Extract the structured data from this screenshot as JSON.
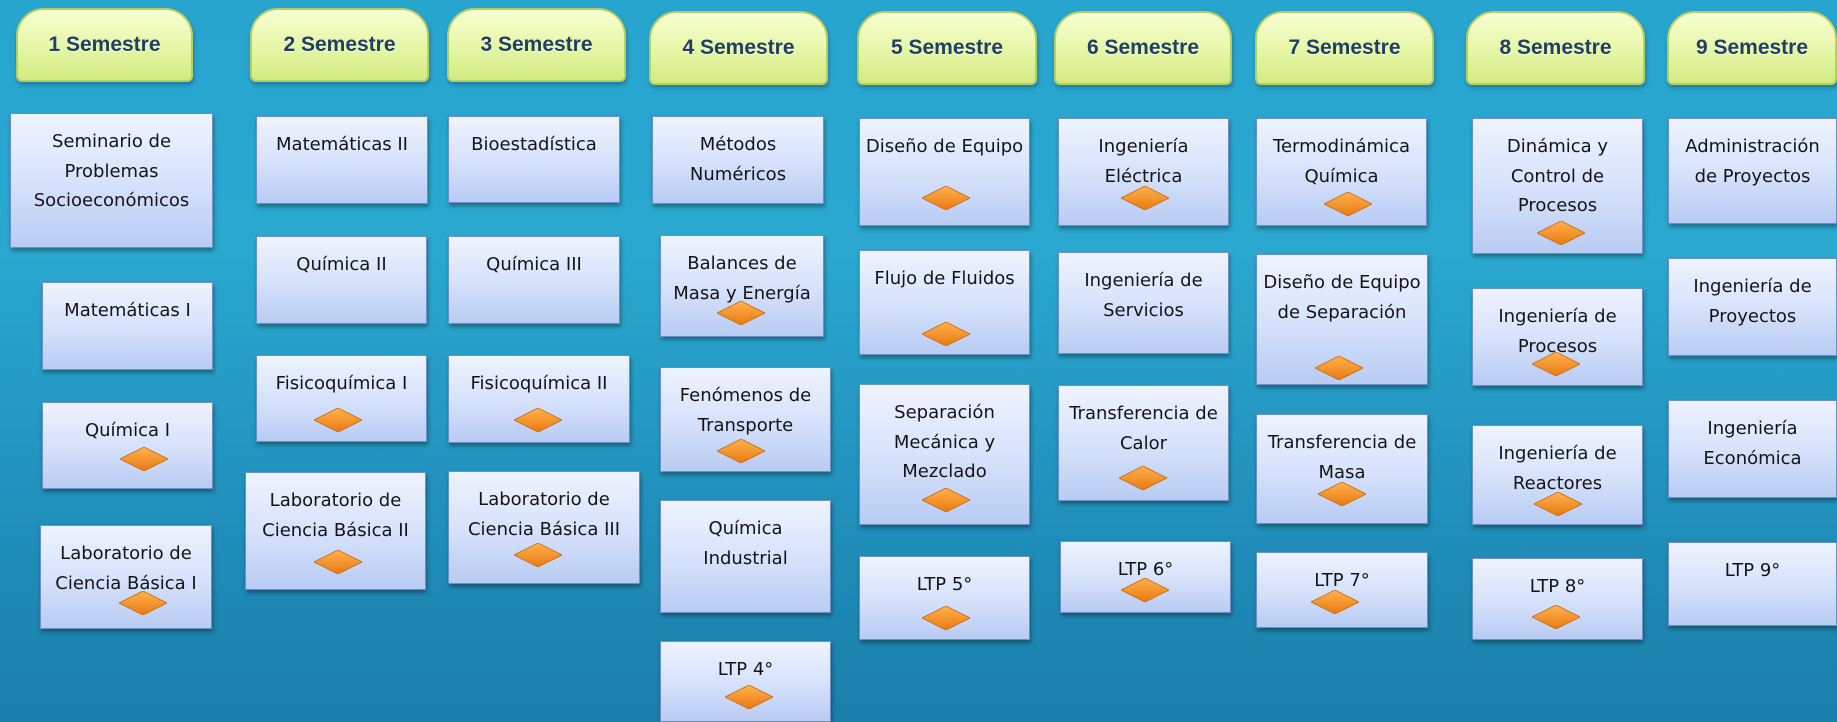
{
  "semesters": [
    {
      "label": "1 Semestre",
      "courses": [
        {
          "name": "Seminario de Problemas Socioeconómicos"
        },
        {
          "name": "Matemáticas I"
        },
        {
          "name": "Química I"
        },
        {
          "name": "Laboratorio de Ciencia Básica I"
        }
      ]
    },
    {
      "label": "2 Semestre",
      "courses": [
        {
          "name": "Matemáticas II"
        },
        {
          "name": "Química II"
        },
        {
          "name": "Fisicoquímica I"
        },
        {
          "name": "Laboratorio de Ciencia Básica II"
        }
      ]
    },
    {
      "label": "3 Semestre",
      "courses": [
        {
          "name": "Bioestadística"
        },
        {
          "name": "Química III"
        },
        {
          "name": "Fisicoquímica II"
        },
        {
          "name": "Laboratorio de Ciencia Básica III"
        }
      ]
    },
    {
      "label": "4 Semestre",
      "courses": [
        {
          "name": "Métodos Numéricos"
        },
        {
          "name": "Balances de Masa y Energía"
        },
        {
          "name": "Fenómenos de Transporte"
        },
        {
          "name": "Química Industrial"
        },
        {
          "name": "LTP 4°"
        }
      ]
    },
    {
      "label": "5 Semestre",
      "courses": [
        {
          "name": "Diseño de Equipo"
        },
        {
          "name": "Flujo de Fluidos"
        },
        {
          "name": "Separación Mecánica y Mezclado"
        },
        {
          "name": "LTP 5°"
        }
      ]
    },
    {
      "label": "6 Semestre",
      "courses": [
        {
          "name": "Ingeniería Eléctrica"
        },
        {
          "name": "Ingeniería de Servicios"
        },
        {
          "name": "Transferencia de Calor"
        },
        {
          "name": "LTP 6°"
        }
      ]
    },
    {
      "label": "7 Semestre",
      "courses": [
        {
          "name": "Termodinámica Química"
        },
        {
          "name": "Diseño de Equipo de Separación"
        },
        {
          "name": "Transferencia de Masa"
        },
        {
          "name": "LTP 7°"
        }
      ]
    },
    {
      "label": "8 Semestre",
      "courses": [
        {
          "name": "Dinámica y Control de Procesos"
        },
        {
          "name": "Ingeniería de Procesos"
        },
        {
          "name": "Ingeniería de Reactores"
        },
        {
          "name": "LTP 8°"
        }
      ]
    },
    {
      "label": "9 Semestre",
      "courses": [
        {
          "name": "Administración de Proyectos"
        },
        {
          "name": "Ingeniería de Proyectos"
        },
        {
          "name": "Ingeniería Económica"
        },
        {
          "name": "LTP 9°"
        }
      ]
    }
  ],
  "colors": {
    "marker": "#f28a1c",
    "marker_light": "#ffb24d"
  }
}
